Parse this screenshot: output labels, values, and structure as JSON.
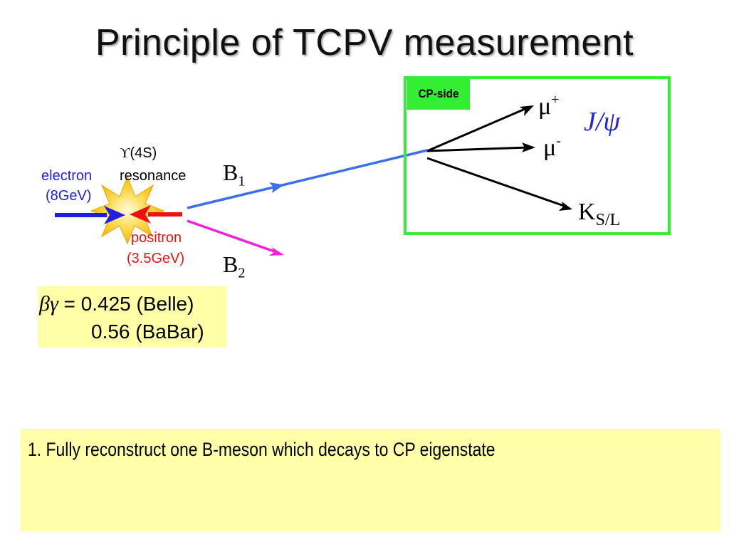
{
  "slide": {
    "title": "Principle of TCPV measurement"
  },
  "collision": {
    "electron_label": "electron",
    "electron_energy": "(8GeV)",
    "positron_label": "positron",
    "positron_energy": "(3.5GeV)",
    "resonance_symbol": "ϒ",
    "resonance_state": "(4S)",
    "resonance_label": "resonance"
  },
  "mesons": {
    "b1_base": "B",
    "b1_sub": "1",
    "b2_base": "B",
    "b2_sub": "2"
  },
  "cp_side": {
    "tag": "CP-side",
    "mu_plus_base": "μ",
    "mu_plus_sup": "+",
    "mu_minus_base": "μ",
    "mu_minus_sup": "-",
    "jpsi": "J/ψ",
    "ks_base": "K",
    "ks_sub": "S/L"
  },
  "boost": {
    "symbol": "βγ",
    "equals": " = ",
    "belle": "0.425 (Belle)",
    "babar": "0.56 (BaBar)"
  },
  "steps": {
    "step1": "1.  Fully reconstruct one B-meson which decays to CP eigenstate"
  },
  "colors": {
    "electron": "#1f1fdd",
    "positron": "#ee1111",
    "b1_arrow": "#3b6fee",
    "b2_arrow": "#ee22dd",
    "cp_frame": "#33ee33",
    "highlight": "#ffffa8",
    "jpsi_text": "#2222dd"
  }
}
